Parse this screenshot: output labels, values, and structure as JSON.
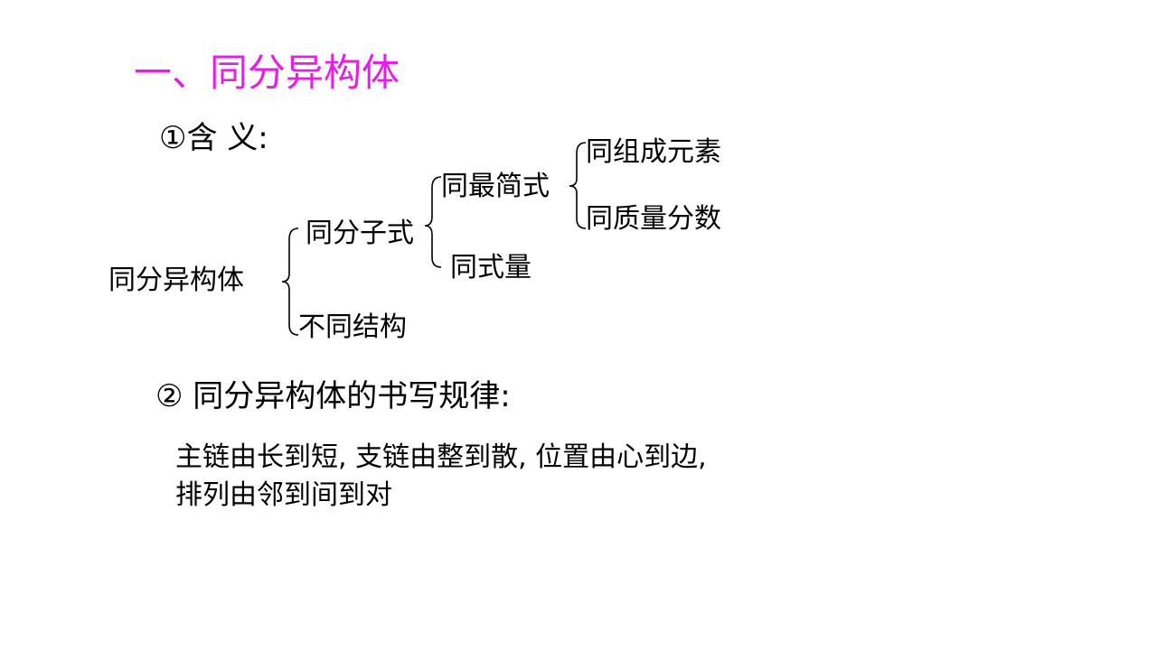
{
  "title": "一、同分异构体",
  "section1": {
    "label": "①含 义:"
  },
  "tree": {
    "root": "同分异构体",
    "branch_a": "同分子式",
    "branch_b": "不同结构",
    "a_child_1": "同最简式",
    "a_child_2": "同式量",
    "leaf_1": "同组成元素",
    "leaf_2": "同质量分数"
  },
  "section2": {
    "label": "② 同分异构体的书写规律:",
    "rule_line_1": "主链由长到短, 支链由整到散, 位置由心到边,",
    "rule_line_2": "排列由邻到间到对"
  }
}
